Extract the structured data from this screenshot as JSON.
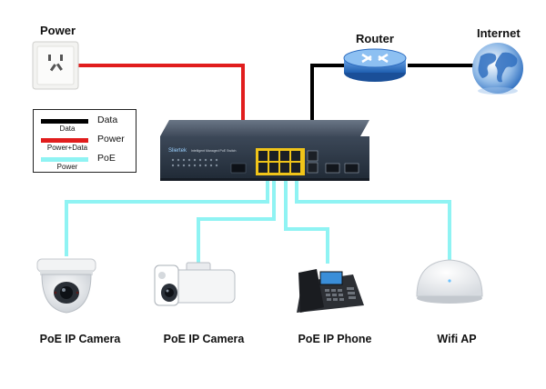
{
  "nodes": {
    "power": {
      "label": "Power"
    },
    "router": {
      "label": "Router"
    },
    "internet": {
      "label": "Internet"
    },
    "switch": {
      "brand": "Sliertek",
      "model_text": "Intelligent Managed PoE Switch"
    }
  },
  "legend": {
    "items": [
      {
        "name": "Data",
        "sub": "Data",
        "color": "#000000"
      },
      {
        "name": "Power",
        "sub": "Power+Data",
        "color": "#e11d1d"
      },
      {
        "name": "PoE",
        "sub": "Power",
        "color": "#8ff3f3"
      }
    ]
  },
  "devices": [
    {
      "label": "PoE IP Camera",
      "icon": "dome-camera-icon"
    },
    {
      "label": "PoE IP Camera",
      "icon": "bullet-camera-icon"
    },
    {
      "label": "PoE IP Phone",
      "icon": "ip-phone-icon"
    },
    {
      "label": "Wifi AP",
      "icon": "wifi-ap-icon"
    }
  ],
  "colors": {
    "data": "#000000",
    "power": "#e11d1d",
    "poe": "#8ff3f3"
  }
}
